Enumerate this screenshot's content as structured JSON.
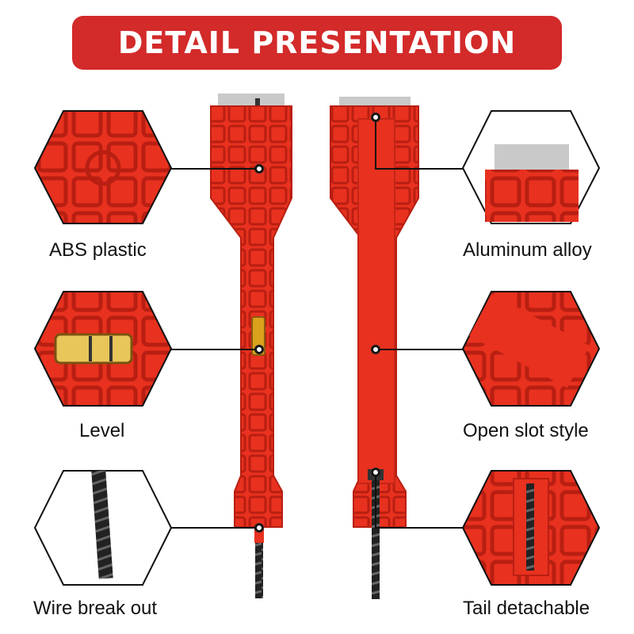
{
  "title": "DETAIL PRESENTATION",
  "colors": {
    "banner": "#d32a2a",
    "tool_red": "#e8311f",
    "tool_dark": "#b81f12",
    "metal": "#c9c9c9",
    "text": "#111111"
  },
  "features": {
    "abs_plastic": "ABS plastic",
    "aluminum_alloy": "Aluminum alloy",
    "level": "Level",
    "open_slot": "Open slot style",
    "wire_break_out": "Wire break out",
    "tail_detachable": "Tail detachable"
  },
  "icons": [
    "octagon-detail-frame",
    "callout-dot",
    "spirit-level",
    "screw-thread"
  ]
}
